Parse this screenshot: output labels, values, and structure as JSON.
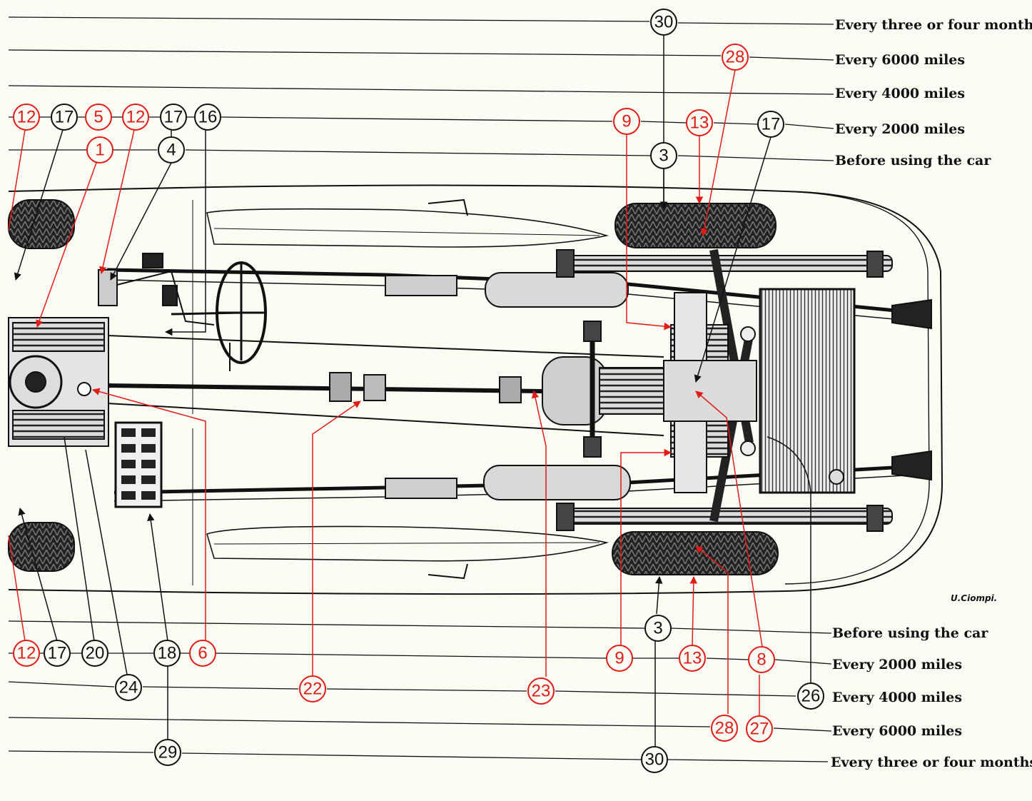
{
  "colors": {
    "red": "#e01c16",
    "black": "#111111",
    "paper": "#fdfcf4"
  },
  "schedules_top": [
    "Every three or four months",
    "Every 6000 miles",
    "Every 4000 miles",
    "Every 2000 miles",
    "Before using the car"
  ],
  "schedules_bottom": [
    "Before using the car",
    "Every 2000 miles",
    "Every 4000 miles",
    "Every 6000 miles",
    "Every three or four months"
  ],
  "signature": "U.Ciompi.",
  "callouts": {
    "t30": "30",
    "t28": "28",
    "t12a": "12",
    "t17a": "17",
    "t5": "5",
    "t12b": "12",
    "t17b": "17",
    "t16": "16",
    "t9": "9",
    "t13": "13",
    "t17c": "17",
    "t1": "1",
    "t4": "4",
    "t3": "3",
    "b3": "3",
    "b12": "12",
    "b17": "17",
    "b20": "20",
    "b18": "18",
    "b6": "6",
    "b9": "9",
    "b13": "13",
    "b8": "8",
    "b24": "24",
    "b22": "22",
    "b23": "23",
    "b26": "26",
    "b28": "28",
    "b27": "27",
    "b29": "29",
    "b30": "30"
  },
  "callout_colors": {
    "t30": "black",
    "t28": "red",
    "t12a": "red",
    "t17a": "black",
    "t5": "red",
    "t12b": "red",
    "t17b": "black",
    "t16": "black",
    "t9": "red",
    "t13": "red",
    "t17c": "black",
    "t1": "red",
    "t4": "black",
    "t3": "black",
    "b3": "black",
    "b12": "red",
    "b17": "black",
    "b20": "black",
    "b18": "black",
    "b6": "red",
    "b9": "red",
    "b13": "red",
    "b8": "red",
    "b24": "black",
    "b22": "red",
    "b23": "red",
    "b26": "black",
    "b28": "red",
    "b27": "red",
    "b29": "black",
    "b30": "black"
  }
}
